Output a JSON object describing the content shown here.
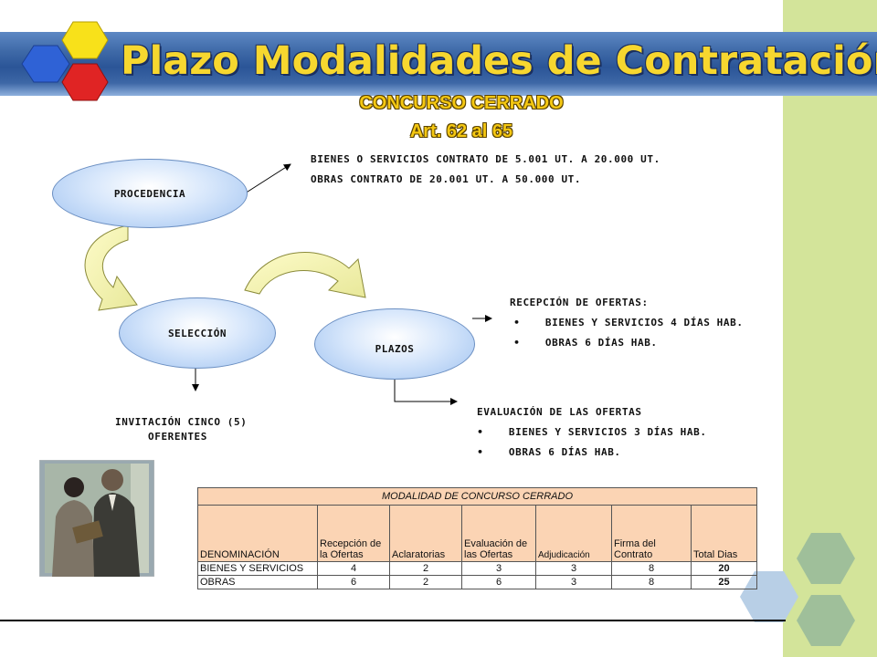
{
  "slide": {
    "title": "Plazo Modalidades de Contratación",
    "subtitle_line1": "CONCURSO CERRADO",
    "subtitle_line2": "Art. 62 al 65",
    "colors": {
      "title_band": "#2b5597",
      "title_text": "#f7d72f",
      "side_strip": "#d3e49a",
      "hex_yellow": "#f8e11a",
      "hex_blue": "#2f62d6",
      "hex_red": "#e02424",
      "table_header": "#fbd4b4"
    }
  },
  "flow": {
    "procedencia": {
      "label": "PROCEDENCIA",
      "line1": "BIENES O SERVICIOS CONTRATO DE 5.001 UT. A 20.000 UT.",
      "line2": "OBRAS CONTRATO DE 20.001 UT. A 50.000 UT."
    },
    "seleccion": {
      "label": "SELECCIÓN",
      "note_line1": "INVITACIÓN CINCO (5)",
      "note_line2": "OFERENTES"
    },
    "plazos": {
      "label": "PLAZOS",
      "recepcion": {
        "heading": "RECEPCIÓN DE OFERTAS:",
        "items": [
          "BIENES Y SERVICIOS  4 DÍAS HAB.",
          "OBRAS 6 DÍAS HAB."
        ]
      },
      "evaluacion": {
        "heading": "EVALUACIÓN DE LAS OFERTAS",
        "items": [
          "BIENES Y SERVICIOS  3 DÍAS HAB.",
          "OBRAS 6 DÍAS HAB."
        ]
      }
    }
  },
  "table": {
    "caption": "MODALIDAD DE CONCURSO CERRADO",
    "headers": [
      "DENOMINACIÓN",
      "Recepción de la Ofertas",
      "Aclaratorias",
      "Evaluación de las Ofertas",
      "Adjudicación",
      "Firma del Contrato",
      "Total Dias"
    ],
    "rows": [
      [
        "BIENES Y SERVICIOS",
        "4",
        "2",
        "3",
        "3",
        "8",
        "20"
      ],
      [
        "OBRAS",
        "6",
        "2",
        "6",
        "3",
        "8",
        "25"
      ]
    ]
  }
}
